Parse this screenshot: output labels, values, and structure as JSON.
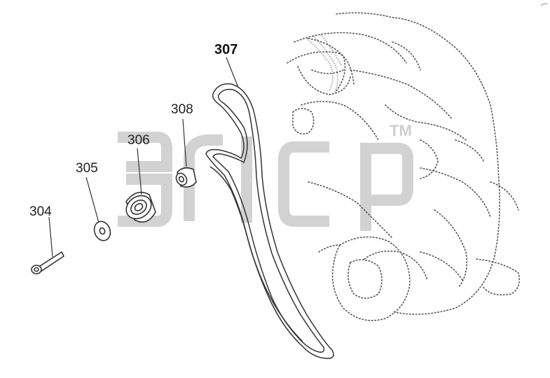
{
  "diagram": {
    "callouts": [
      {
        "id": "304",
        "label": "304"
      },
      {
        "id": "305",
        "label": "305"
      },
      {
        "id": "306",
        "label": "306"
      },
      {
        "id": "307",
        "label": "307"
      },
      {
        "id": "308",
        "label": "308"
      }
    ],
    "watermark": {
      "trademark": "TM"
    },
    "colors": {
      "line": "#333333",
      "dots": "#555555",
      "watermark": "#d2d2d2"
    }
  }
}
